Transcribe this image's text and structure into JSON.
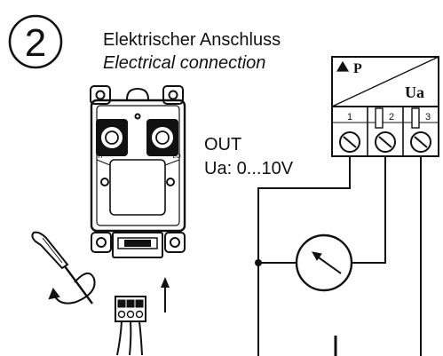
{
  "step": {
    "number": "2"
  },
  "title": {
    "german": "Elektrischer Anschluss",
    "english": "Electrical connection"
  },
  "output_label": {
    "line1": "OUT",
    "line2": "Ua:  0...10V"
  },
  "terminal_block": {
    "top_left_label": "P",
    "bottom_right_label": "Ua",
    "terminals": [
      "1",
      "2",
      "3"
    ]
  },
  "device": {
    "port_left_mark": "H",
    "port_right_mark": "LO"
  }
}
